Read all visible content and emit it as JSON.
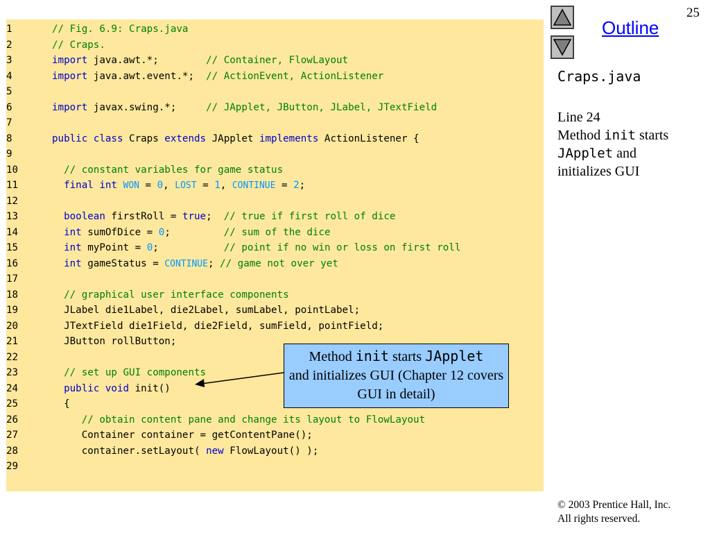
{
  "slide": {
    "number": "25",
    "outline_label": "Outline",
    "side_title": "Craps.java",
    "side_notes": {
      "line_ref": "Line 24",
      "method_word": "Method ",
      "init_code": "init",
      "starts_word": " starts",
      "japplet_code": "JApplet",
      "and_word": " and",
      "initializes": "initializes GUI"
    },
    "callout": {
      "method_word": "Method ",
      "init_code": "init",
      "starts_word": " starts ",
      "japplet_code": "JApplet",
      "rest": "and initializes GUI (Chapter 12 covers GUI in detail)"
    },
    "copyright": {
      "symbol": "©",
      "line1": " 2003 Prentice Hall, Inc.",
      "line2": "All rights reserved."
    }
  },
  "colors": {
    "code_background": "#fde89e",
    "keyword": "#0000c8",
    "comment": "#008000",
    "number": "#0096ff",
    "callout_background": "#99ccff",
    "link": "#0000ff"
  },
  "icons": {
    "up": "triangle-up-icon",
    "down": "triangle-down-icon"
  },
  "code": [
    {
      "n": "1",
      "t": [
        {
          "k": "cm",
          "v": "// Fig. 6.9: Craps.java"
        }
      ]
    },
    {
      "n": "2",
      "t": [
        {
          "k": "cm",
          "v": "// Craps."
        }
      ]
    },
    {
      "n": "3",
      "t": [
        {
          "k": "kw",
          "v": "import"
        },
        {
          "k": "tx",
          "v": " java.awt.*;        "
        },
        {
          "k": "cm",
          "v": "// Container, FlowLayout"
        }
      ]
    },
    {
      "n": "4",
      "t": [
        {
          "k": "kw",
          "v": "import"
        },
        {
          "k": "tx",
          "v": " java.awt.event.*;  "
        },
        {
          "k": "cm",
          "v": "// ActionEvent, ActionListener"
        }
      ]
    },
    {
      "n": "5",
      "t": []
    },
    {
      "n": "6",
      "t": [
        {
          "k": "kw",
          "v": "import"
        },
        {
          "k": "tx",
          "v": " javax.swing.*;     "
        },
        {
          "k": "cm",
          "v": "// JApplet, JButton, JLabel, JTextField"
        }
      ]
    },
    {
      "n": "7",
      "t": []
    },
    {
      "n": "8",
      "t": [
        {
          "k": "kw",
          "v": "public class"
        },
        {
          "k": "tx",
          "v": " Craps "
        },
        {
          "k": "kw",
          "v": "extends"
        },
        {
          "k": "tx",
          "v": " JApplet "
        },
        {
          "k": "kw",
          "v": "implements"
        },
        {
          "k": "tx",
          "v": " ActionListener {"
        }
      ]
    },
    {
      "n": "9",
      "t": []
    },
    {
      "n": "10",
      "t": [
        {
          "k": "tx",
          "v": "  "
        },
        {
          "k": "cm",
          "v": "// constant variables for game status"
        }
      ]
    },
    {
      "n": "11",
      "t": [
        {
          "k": "tx",
          "v": "  "
        },
        {
          "k": "kw",
          "v": "final int"
        },
        {
          "k": "tx",
          "v": " "
        },
        {
          "k": "const",
          "v": "WON"
        },
        {
          "k": "tx",
          "v": " = "
        },
        {
          "k": "num",
          "v": "0"
        },
        {
          "k": "tx",
          "v": ", "
        },
        {
          "k": "const",
          "v": "LOST"
        },
        {
          "k": "tx",
          "v": " = "
        },
        {
          "k": "num",
          "v": "1"
        },
        {
          "k": "tx",
          "v": ", "
        },
        {
          "k": "const",
          "v": "CONTINUE"
        },
        {
          "k": "tx",
          "v": " = "
        },
        {
          "k": "num",
          "v": "2"
        },
        {
          "k": "tx",
          "v": ";"
        }
      ]
    },
    {
      "n": "12",
      "t": []
    },
    {
      "n": "13",
      "t": [
        {
          "k": "tx",
          "v": "  "
        },
        {
          "k": "kw",
          "v": "boolean"
        },
        {
          "k": "tx",
          "v": " firstRoll = "
        },
        {
          "k": "kw",
          "v": "true"
        },
        {
          "k": "tx",
          "v": ";  "
        },
        {
          "k": "cm",
          "v": "// true if first roll of dice"
        }
      ]
    },
    {
      "n": "14",
      "t": [
        {
          "k": "tx",
          "v": "  "
        },
        {
          "k": "kw",
          "v": "int"
        },
        {
          "k": "tx",
          "v": " sumOfDice = "
        },
        {
          "k": "num",
          "v": "0"
        },
        {
          "k": "tx",
          "v": ";         "
        },
        {
          "k": "cm",
          "v": "// sum of the dice"
        }
      ]
    },
    {
      "n": "15",
      "t": [
        {
          "k": "tx",
          "v": "  "
        },
        {
          "k": "kw",
          "v": "int"
        },
        {
          "k": "tx",
          "v": " myPoint = "
        },
        {
          "k": "num",
          "v": "0"
        },
        {
          "k": "tx",
          "v": ";           "
        },
        {
          "k": "cm",
          "v": "// point if no win or loss on first roll"
        }
      ]
    },
    {
      "n": "16",
      "t": [
        {
          "k": "tx",
          "v": "  "
        },
        {
          "k": "kw",
          "v": "int"
        },
        {
          "k": "tx",
          "v": " gameStatus = "
        },
        {
          "k": "const",
          "v": "CONTINUE"
        },
        {
          "k": "tx",
          "v": "; "
        },
        {
          "k": "cm",
          "v": "// game not over yet"
        }
      ]
    },
    {
      "n": "17",
      "t": []
    },
    {
      "n": "18",
      "t": [
        {
          "k": "tx",
          "v": "  "
        },
        {
          "k": "cm",
          "v": "// graphical user interface components"
        }
      ]
    },
    {
      "n": "19",
      "t": [
        {
          "k": "tx",
          "v": "  JLabel die1Label, die2Label, sumLabel, pointLabel;"
        }
      ]
    },
    {
      "n": "20",
      "t": [
        {
          "k": "tx",
          "v": "  JTextField die1Field, die2Field, sumField, pointField;"
        }
      ]
    },
    {
      "n": "21",
      "t": [
        {
          "k": "tx",
          "v": "  JButton rollButton;"
        }
      ]
    },
    {
      "n": "22",
      "t": []
    },
    {
      "n": "23",
      "t": [
        {
          "k": "tx",
          "v": "  "
        },
        {
          "k": "cm",
          "v": "// set up GUI components"
        }
      ]
    },
    {
      "n": "24",
      "t": [
        {
          "k": "tx",
          "v": "  "
        },
        {
          "k": "kw",
          "v": "public void"
        },
        {
          "k": "tx",
          "v": " init()"
        }
      ]
    },
    {
      "n": "25",
      "t": [
        {
          "k": "tx",
          "v": "  {"
        }
      ]
    },
    {
      "n": "26",
      "t": [
        {
          "k": "tx",
          "v": "     "
        },
        {
          "k": "cm",
          "v": "// obtain content pane and change its layout to FlowLayout"
        }
      ]
    },
    {
      "n": "27",
      "t": [
        {
          "k": "tx",
          "v": "     Container container = getContentPane();"
        }
      ]
    },
    {
      "n": "28",
      "t": [
        {
          "k": "tx",
          "v": "     container.setLayout( "
        },
        {
          "k": "kw",
          "v": "new"
        },
        {
          "k": "tx",
          "v": " FlowLayout() );"
        }
      ]
    },
    {
      "n": "29",
      "t": []
    }
  ]
}
